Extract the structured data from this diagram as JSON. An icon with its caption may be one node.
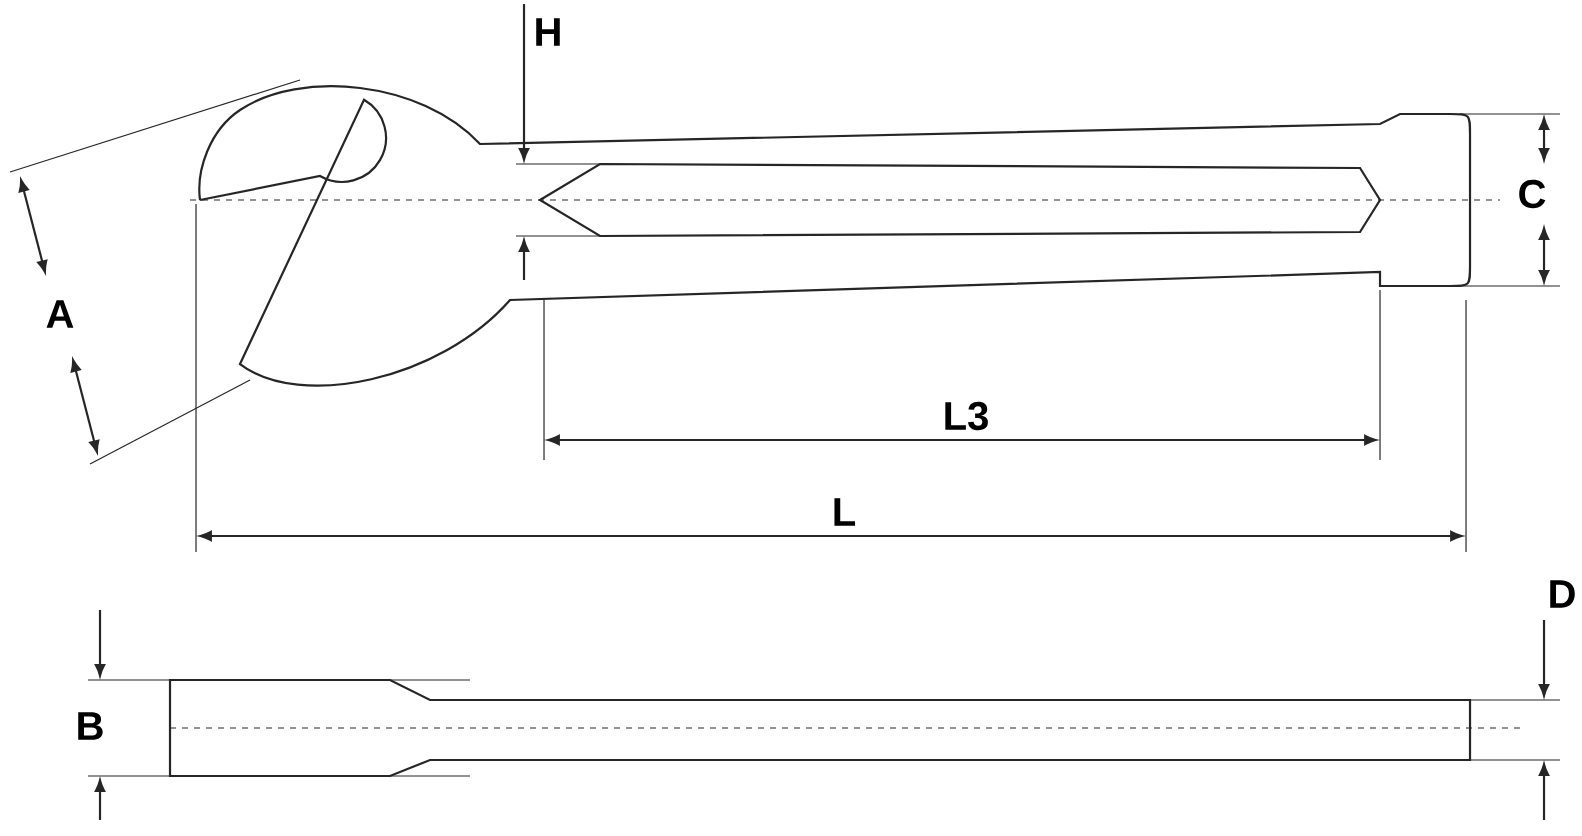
{
  "diagram": {
    "labels": [
      "H",
      "C",
      "A",
      "L3",
      "L",
      "D",
      "B"
    ]
  }
}
